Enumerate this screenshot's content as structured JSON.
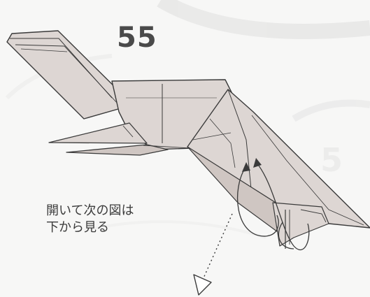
{
  "step": {
    "number": "55"
  },
  "instruction": {
    "line1": "開いて次の図は",
    "line2": "下から見る"
  },
  "colors": {
    "paper_fill": "#ddd6d3",
    "paper_shadow": "#cfc6c2",
    "line": "#3a3a3a",
    "text": "#3c3c3c",
    "number": "#4a4a4a"
  },
  "icons": [
    "curved-arrow-icon",
    "dotted-arrow-icon",
    "hollow-arrowhead-icon"
  ]
}
